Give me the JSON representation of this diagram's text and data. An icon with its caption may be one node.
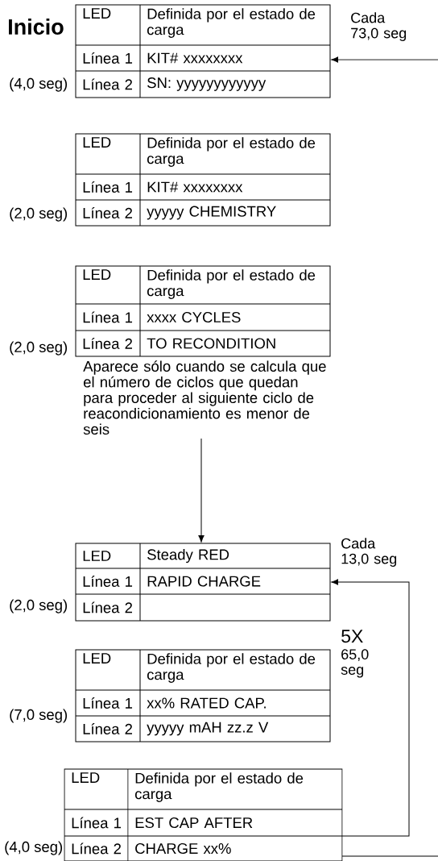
{
  "diagram": {
    "nodes": [
      {
        "text": [
          "LED",
          "Definida por el estado de carga",
          "Línea 1",
          "KIT# xxxxxxxx",
          "Línea 2",
          "SN: yyyyyyyyyyyy"
        ],
        "beside": [
          "Inicio",
          "(4,0 seg)"
        ]
      },
      {
        "text": [
          "LED",
          "Definida por el estado de carga",
          "Línea 1",
          "KIT# xxxxxxxx",
          "Línea 2",
          "yyyyy CHEMISTRY"
        ],
        "beside": [
          "(2,0 seg)"
        ]
      },
      {
        "text": [
          "LED",
          "Definida por el estado de carga",
          "Línea 1",
          "xxxx CYCLES",
          "Línea 2",
          "TO RECONDITION"
        ],
        "beside": [
          "(2,0 seg)",
          "Aparece sólo cuando se calcula que el número de ciclos que quedan para proceder al siguiente ciclo de reacondicionamiento es menor de seis"
        ]
      },
      {
        "text": [
          "LED",
          "Steady RED",
          "Línea 1",
          "RAPID CHARGE",
          "Línea 2"
        ],
        "beside": [
          "(2,0 seg)"
        ]
      },
      {
        "text": [
          "LED",
          "Definida por el estado de carga",
          "Línea 1",
          "xx% RATED CAP.",
          "Línea 2",
          "yyyyy mAH zz.z V"
        ],
        "beside": [
          "(7,0 seg)"
        ]
      },
      {
        "text": [
          "LED",
          "Definida por el estado de carga",
          "Línea 1",
          "EST CAP AFTER",
          "Línea 2",
          "CHARGE xx%"
        ],
        "beside": [
          "(4,0 seg)"
        ]
      }
    ],
    "edges": [
      {
        "from": null,
        "to": 0,
        "arrow": "to"
      },
      {
        "from": 2,
        "to": 3,
        "arrow": "to"
      },
      {
        "from": 5,
        "to": 3,
        "arrow": "to"
      },
      {
        "from": 5,
        "to": null,
        "arrow": "none"
      }
    ],
    "labels": [
      "Cada 73,0 seg",
      "Cada 13,0 seg",
      "5X",
      "65,0 seg"
    ]
  }
}
